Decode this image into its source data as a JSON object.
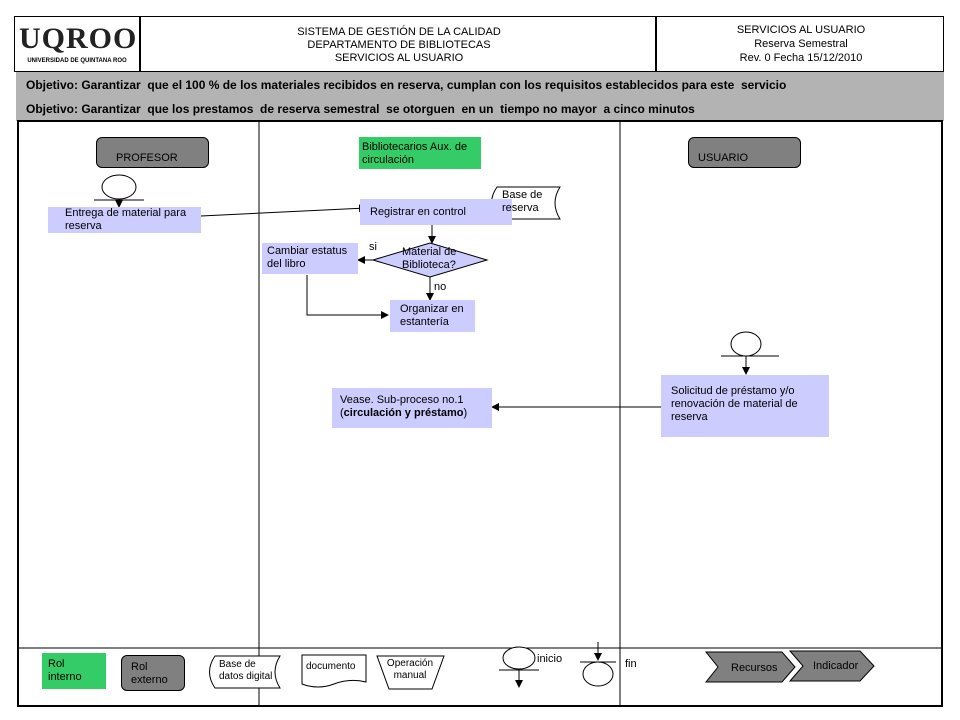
{
  "header": {
    "logo_text": "UQROO",
    "logo_subtext": "UNIVERSIDAD DE QUINTANA ROO",
    "center_line1": "SISTEMA DE GESTIÓN DE LA CALIDAD",
    "center_line2": "DEPARTAMENTO DE BIBLIOTECAS",
    "center_line3": "SERVICIOS AL USUARIO",
    "right_line1": "SERVICIOS AL USUARIO",
    "right_line2": "Reserva Semestral",
    "right_line3": "Rev. 0 Fecha 15/12/2010"
  },
  "objectives": [
    "Objetivo: Garantizar  que el 100 % de los materiales recibidos en reserva, cumplan con los requisitos establecidos para este  servicio",
    "Objetivo: Garantizar  que los prestamos  de reserva semestral  se otorguen  en un  tiempo no mayor  a cinco minutos"
  ],
  "lanes": {
    "profesor": "PROFESOR",
    "bibliotecarios": "Bibliotecarios Aux. de circulación",
    "usuario": "USUARIO"
  },
  "flow": {
    "entrega": "Entrega de material para reserva",
    "registrar": "Registrar en control",
    "base_reserva": "Base de reserva",
    "decision": "Material de Biblioteca?",
    "si": "si",
    "no": "no",
    "cambiar": "Cambiar estatus del  libro",
    "organizar": "Organizar en estantería",
    "vease_prefix": "Vease. Sub-proceso no.1 (",
    "vease_bold": "circulación y préstamo",
    "vease_suffix": ")",
    "solicitud": "Solicitud de préstamo y/o renovación de material de reserva"
  },
  "legend": {
    "rol_interno": "Rol interno",
    "rol_externo": "Rol externo",
    "base_datos": "Base de datos digital",
    "documento": "documento",
    "operacion": "Operación manual",
    "inicio": "inicio",
    "fin": "fin",
    "recursos": "Recursos",
    "indicador": "Indicador"
  },
  "colors": {
    "lavender": "#ccccff",
    "green": "#33cc66",
    "gray_role": "#808080",
    "objective_band": "#b3b3b3"
  }
}
